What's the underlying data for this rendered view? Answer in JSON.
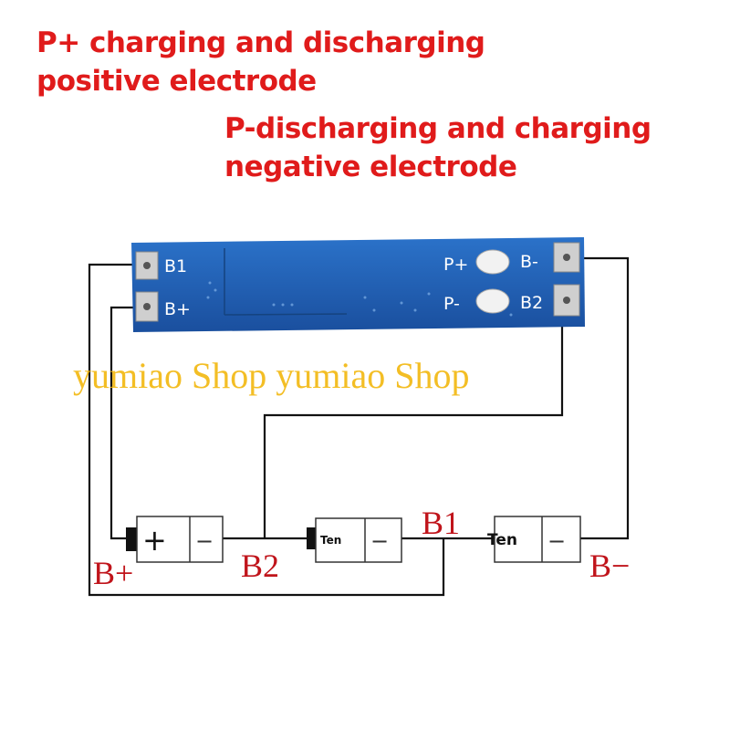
{
  "titles": {
    "positive_line1": "P+ charging and discharging",
    "positive_line2": "positive electrode",
    "negative_line1": "P-discharging and charging",
    "negative_line2": "negative electrode"
  },
  "board": {
    "pad_b1": "B1",
    "pad_bplus": "B+",
    "pad_pplus": "P+",
    "pad_pminus": "P-",
    "pad_bminus": "B-",
    "pad_b2": "B2"
  },
  "watermark": "yumiao Shop yumiao Shop",
  "circuit": {
    "cell1_mark": "+",
    "cell1_minus": "−",
    "cell2_text": "Ten",
    "cell2_minus": "−",
    "cell3_text": "Ten",
    "cell3_minus": "−",
    "label_bplus": "B+",
    "label_b2": "B2",
    "label_b1": "B1",
    "label_bminus": "B−"
  },
  "colors": {
    "title": "#e01b1b",
    "board": "#1f5fb4",
    "watermark": "#f2b300",
    "label": "#c0141b"
  }
}
